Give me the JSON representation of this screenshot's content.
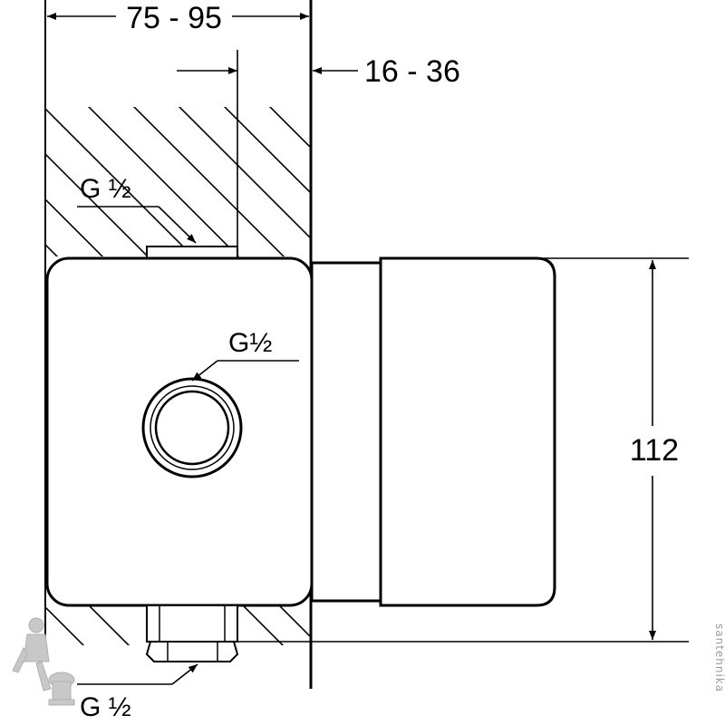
{
  "dimensions": {
    "overall_depth": "75 - 95",
    "cover_depth": "16 - 36",
    "height": "112"
  },
  "thread_labels": {
    "top_connection": "G ½",
    "front_connection": "G½",
    "bottom_connection": "G ½"
  },
  "watermark": {
    "text": "santehnika",
    "icon": "plumber-logo-icon"
  },
  "colors": {
    "line": "#000000",
    "background": "#ffffff"
  }
}
